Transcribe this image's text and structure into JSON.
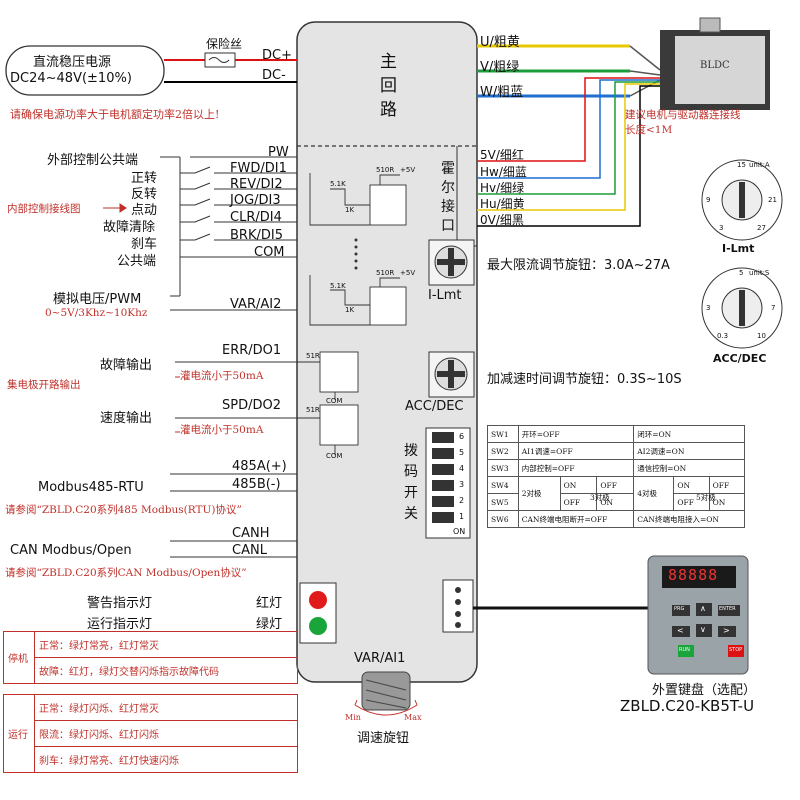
{
  "power": {
    "title": "直流稳压电源",
    "spec": "DC24~48V(±10%)",
    "fuse": "保险丝",
    "dcp": "DC+",
    "dcm": "DC-",
    "note": "请确保电源功率大于电机额定功率2倍以上!"
  },
  "main": {
    "label": "主回路",
    "chars": [
      "主",
      "回",
      "路"
    ]
  },
  "motor": {
    "terminals": [
      "U/粗黄",
      "V/粗绿",
      "W/粗蓝"
    ],
    "label": "BLDC",
    "note1": "建议电机与驱动器连接线",
    "note2": "长度<1M"
  },
  "hall": {
    "terminals": [
      "5V/细红",
      "Hw/细蓝",
      "Hv/细绿",
      "Hu/细黄",
      "0V/细黑"
    ],
    "chars": [
      "霍",
      "尔",
      "接",
      "口"
    ]
  },
  "inputs": {
    "left_labels": [
      "外部控制公共端",
      "正转",
      "反转",
      "点动",
      "故障清除",
      "刹车",
      "公共端"
    ],
    "terminals": [
      "PW",
      "FWD/DI1",
      "REV/DI2",
      "JOG/DI3",
      "CLR/DI4",
      "BRK/DI5",
      "COM"
    ],
    "note": "内部控制接线图"
  },
  "circuit": {
    "r1": "510R",
    "r2": "5.1K",
    "r3": "1K",
    "v": "+5V",
    "rdo": "51R",
    "com": "COM"
  },
  "analog": {
    "label": "模拟电压/PWM",
    "terminal": "VAR/AI2",
    "note": "0~5V/3Khz~10Khz"
  },
  "outputs": {
    "err_label": "故障输出",
    "err_terminal": "ERR/DO1",
    "err_note": "灌电流小于50mA",
    "collector_note": "集电极开路输出",
    "spd_label": "速度输出",
    "spd_terminal": "SPD/DO2",
    "spd_note": "灌电流小于50mA"
  },
  "modbus": {
    "label": "Modbus485-RTU",
    "a": "485A(+)",
    "b": "485B(-)",
    "note": "请参阅“ZBLD.C20系列485 Modbus(RTU)协议”"
  },
  "can": {
    "label": "CAN Modbus/Open",
    "h": "CANH",
    "l": "CANL",
    "note": "请参阅“ZBLD.C20系列CAN Modbus/Open协议”"
  },
  "leds": {
    "warn": "警告指示灯",
    "run": "运行指示灯",
    "red": "红灯",
    "green": "绿灯",
    "red_color": "#e11b1b",
    "green_color": "#1aa53a"
  },
  "knobs": {
    "ilmt": "I-Lmt",
    "acc": "ACC/DEC",
    "ilmt_desc": "最大限流调节旋钮：3.0A~27A",
    "acc_desc": "加减速时间调节旋钮：0.3S~10S",
    "ilmt_title": "I-Lmt",
    "acc_title": "ACC/DEC",
    "unit_a": "unit:A",
    "unit_s": "unit:S",
    "ilmt_ticks": [
      "15",
      "9",
      "21",
      "3",
      "27"
    ],
    "acc_ticks": [
      "5",
      "3",
      "7",
      "0.3",
      "10"
    ]
  },
  "dip": {
    "chars": [
      "拨",
      "码",
      "开",
      "关"
    ],
    "on": "ON",
    "nums": [
      "1",
      "2",
      "3",
      "4",
      "5",
      "6"
    ]
  },
  "sw_table": {
    "rows": [
      [
        "SW1",
        "开环=OFF",
        "闭环=ON"
      ],
      [
        "SW2",
        "AI1调速=OFF",
        "AI2调速=ON"
      ],
      [
        "SW3",
        "内部控制=OFF",
        "通信控制=ON"
      ]
    ],
    "sw4": "SW4",
    "sw5": "SW5",
    "p2": "2对极",
    "p3": "3对极",
    "p4": "4对极",
    "p5": "5对极",
    "on": "ON",
    "off": "OFF",
    "sw6": [
      "SW6",
      "CAN终端电阻断开=OFF",
      "CAN终端电阻接入=ON"
    ]
  },
  "keypad": {
    "title": "外置键盘（选配）",
    "model": "ZBLD.C20-KB5T-U",
    "display": "88888",
    "keys": [
      "PRG",
      "∧",
      "ENTER",
      "<",
      "∨",
      ">",
      "RUN",
      "STOP"
    ]
  },
  "pot": {
    "label": "VAR/AI1",
    "min": "Min",
    "max": "Max",
    "name": "调速旋钮"
  },
  "status": {
    "stop": "停机",
    "run": "运行",
    "stop_rows": [
      "正常：绿灯常亮，红灯常灭",
      "故障：红灯，绿灯交替闪烁指示故障代码"
    ],
    "run_rows": [
      "正常：绿灯闪烁、红灯常灭",
      "限流：绿灯闪烁、红灯闪烁",
      "刹车：绿灯常亮、红灯快速闪烁"
    ]
  }
}
